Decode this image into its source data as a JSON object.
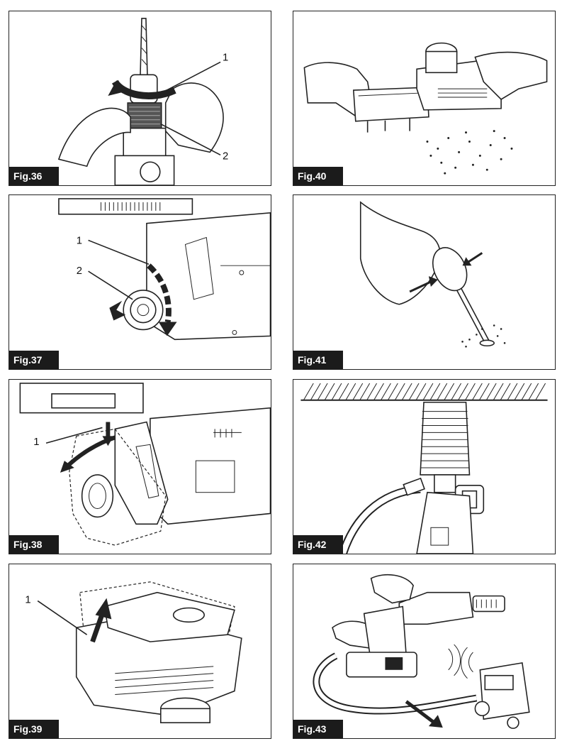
{
  "figures": [
    {
      "label": "Fig.36",
      "callouts": [
        "1",
        "2"
      ]
    },
    {
      "label": "Fig.37",
      "callouts": [
        "1",
        "2"
      ]
    },
    {
      "label": "Fig.38",
      "callouts": [
        "1"
      ]
    },
    {
      "label": "Fig.39",
      "callouts": [
        "1"
      ]
    },
    {
      "label": "Fig.40",
      "callouts": []
    },
    {
      "label": "Fig.41",
      "callouts": []
    },
    {
      "label": "Fig.42",
      "callouts": []
    },
    {
      "label": "Fig.43",
      "callouts": []
    }
  ]
}
